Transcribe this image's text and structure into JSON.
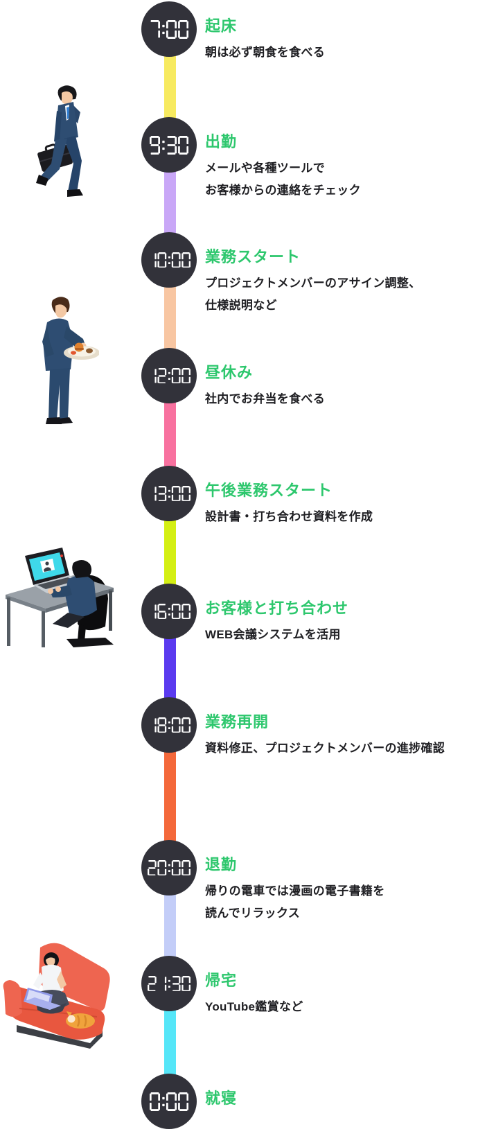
{
  "palette": {
    "title_green": "#2dc76d",
    "clock_circle": "#32323a",
    "clock_digits": "#ffffff",
    "body_text": "#1f1f23"
  },
  "timeline": {
    "entries": [
      {
        "time": "7:00",
        "title": "起床",
        "lines": [
          "朝は必ず朝食を食べる"
        ]
      },
      {
        "time": "9:30",
        "title": "出勤",
        "lines": [
          "メールや各種ツールで",
          "お客様からの連絡をチェック"
        ]
      },
      {
        "time": "10:00",
        "title": "業務スタート",
        "lines": [
          "プロジェクトメンバーのアサイン調整、",
          "仕様説明など"
        ]
      },
      {
        "time": "12:00",
        "title": "昼休み",
        "lines": [
          "社内でお弁当を食べる"
        ]
      },
      {
        "time": "13:00",
        "title": "午後業務スタート",
        "lines": [
          "設計書・打ち合わせ資料を作成"
        ]
      },
      {
        "time": "16:00",
        "title": "お客様と打ち合わせ",
        "lines": [
          "WEB会議システムを活用"
        ]
      },
      {
        "time": "18:00",
        "title": "業務再開",
        "lines": [
          "資料修正、プロジェクトメンバーの進捗確認"
        ]
      },
      {
        "time": "20:00",
        "title": "退勤",
        "lines": [
          "帰りの電車では漫画の電子書籍を",
          "読んでリラックス"
        ]
      },
      {
        "time": "21:30",
        "title": "帰宅",
        "lines": [
          "YouTube鑑賞など"
        ]
      },
      {
        "time": "0:00",
        "title": "就寝",
        "lines": []
      }
    ],
    "segment_colors": [
      "#f7ea60",
      "#c9a7f7",
      "#f8c6a2",
      "#f8719f",
      "#d4ef14",
      "#5a3aef",
      "#f4683a",
      "#c3cdf8",
      "#55e6f8"
    ]
  },
  "illustrations": [
    {
      "name": "businessman-walking-with-briefcase"
    },
    {
      "name": "businessman-holding-lunch-plate"
    },
    {
      "name": "businessman-at-desk-web-meeting"
    },
    {
      "name": "man-on-sofa-with-laptop-and-cat"
    }
  ]
}
